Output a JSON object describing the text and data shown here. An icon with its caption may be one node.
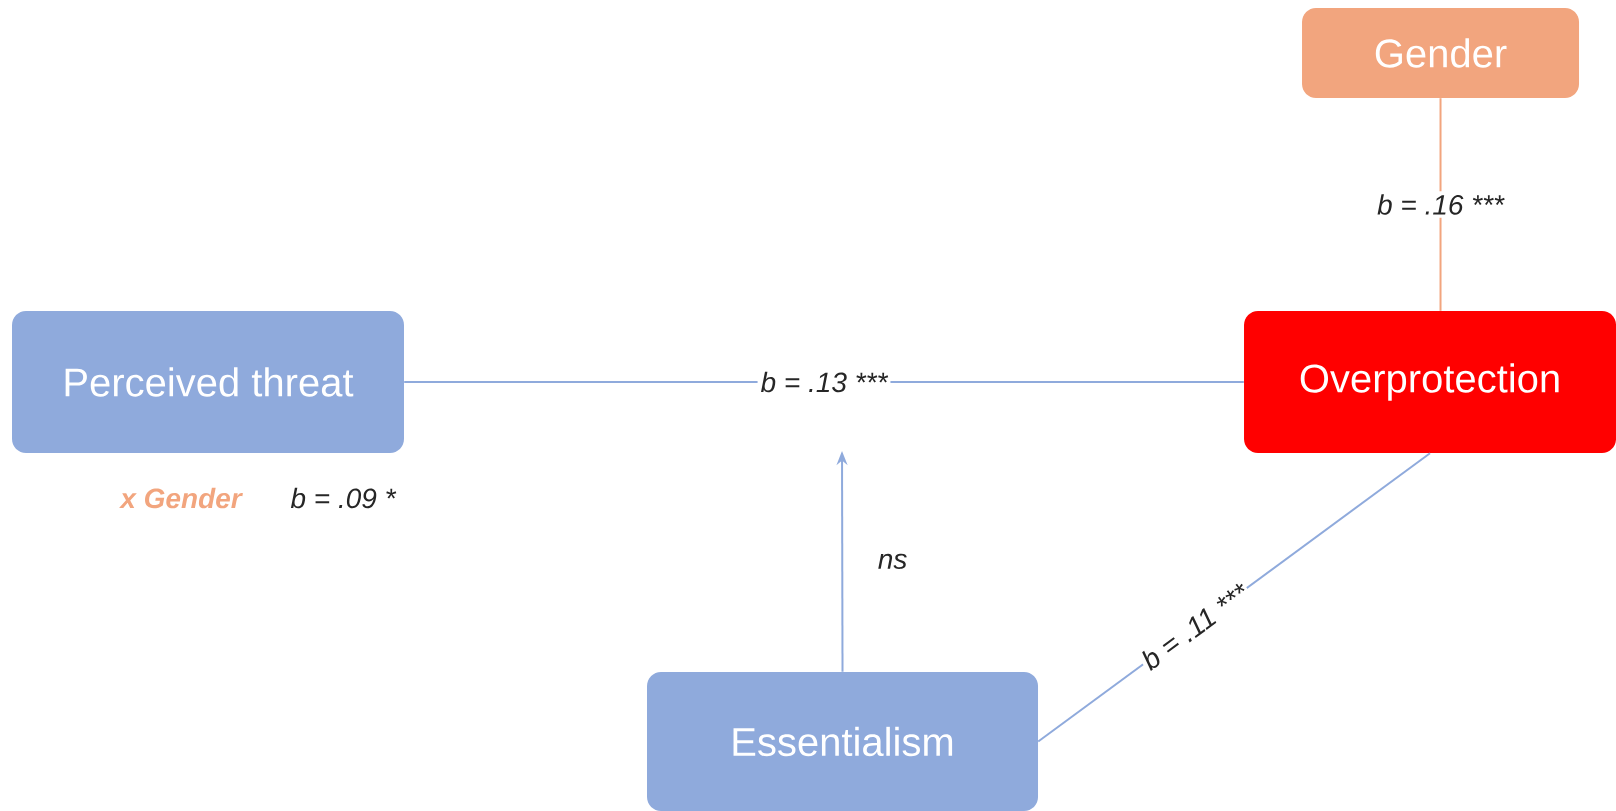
{
  "diagram": {
    "nodes": [
      {
        "text": [
          "Gender"
        ]
      },
      {
        "text": [
          "Perceived threat"
        ]
      },
      {
        "text": [
          "Overprotection"
        ]
      },
      {
        "text": [
          "Essentialism"
        ]
      }
    ],
    "edges": [
      {
        "from": 0,
        "to": 2,
        "arrow": "none",
        "label": "b = .16 ***",
        "color": "#f2a57e"
      },
      {
        "from": 1,
        "to": 2,
        "arrow": "none",
        "label": "b = .13 ***"
      },
      {
        "from": 3,
        "to": 2,
        "arrow": "none",
        "label": "b = .11 ***"
      },
      {
        "from": 3,
        "to": null,
        "arrow": "to",
        "label": "ns"
      }
    ],
    "labels": [
      "x Gender",
      "b = .09 *"
    ]
  }
}
